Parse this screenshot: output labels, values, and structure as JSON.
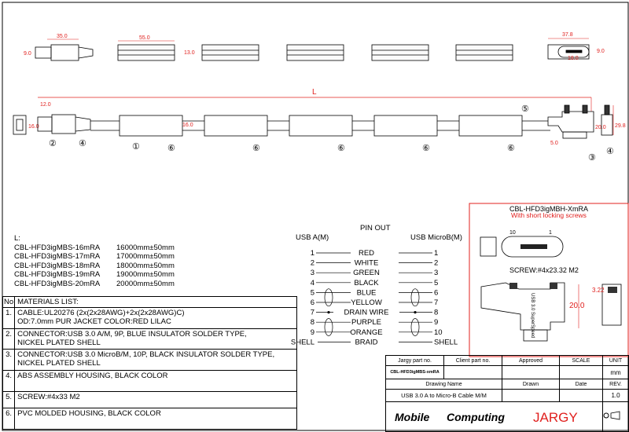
{
  "drawing": {
    "top_dims": {
      "usb_a_len": "35.0",
      "usb_a_h": "9.0",
      "mold_len": "55.0",
      "mold_h": "13.0",
      "micro_len": "37.8",
      "micro_h": "9.0",
      "micro_inner": "18.0"
    },
    "side_dims": {
      "overall": "L",
      "usb_a_plug": "12.0",
      "usb_a_h": "16.0",
      "mold_d": "16.0",
      "micro_h": "20.0",
      "micro_off": "5.0",
      "micro_side_h": "29.8"
    },
    "callouts": [
      "①",
      "②",
      "③",
      "④",
      "⑤",
      "⑥"
    ]
  },
  "lengths": {
    "heading": "L:",
    "items": [
      {
        "part": "CBL-HFD3igMBS-16mRA",
        "length": "16000mm±50mm"
      },
      {
        "part": "CBL-HFD3igMBS-17mRA",
        "length": "17000mm±50mm"
      },
      {
        "part": "CBL-HFD3igMBS-18mRA",
        "length": "18000mm±50mm"
      },
      {
        "part": "CBL-HFD3igMBS-19mRA",
        "length": "19000mm±50mm"
      },
      {
        "part": "CBL-HFD3igMBS-20mRA",
        "length": "20000mm±50mm"
      }
    ]
  },
  "materials": {
    "header_no": "No",
    "header": "MATERIALS LIST:",
    "rows": [
      {
        "no": "1.",
        "l1": "CABLE:UL20276 (2x(2x28AWG)+2x(2x28AWG)C)",
        "l2": "OD:7.0mm  PUR JACKET COLOR:RED LILAC"
      },
      {
        "no": "2.",
        "l1": "CONNECTOR:USB 3.0 A/M, 9P, BLUE INSULATOR SOLDER TYPE,",
        "l2": "NICKEL PLATED SHELL"
      },
      {
        "no": "3.",
        "l1": "CONNECTOR:USB 3.0 MicroB/M, 10P, BLACK INSULATOR SOLDER TYPE,",
        "l2": "NICKEL PLATED SHELL"
      },
      {
        "no": "4.",
        "l1": "ABS ASSEMBLY HOUSING, BLACK COLOR",
        "l2": ""
      },
      {
        "no": "5.",
        "l1": "SCREW:#4x33 M2",
        "l2": ""
      },
      {
        "no": "6.",
        "l1": "PVC MOLDED HOUSING, BLACK COLOR",
        "l2": ""
      }
    ]
  },
  "pinout": {
    "title": "PIN OUT",
    "left_title": "USB A(M)",
    "right_title": "USB MicroB(M)",
    "rows": [
      {
        "a": "1",
        "color": "RED",
        "b": "1"
      },
      {
        "a": "2",
        "color": "WHITE",
        "b": "2"
      },
      {
        "a": "3",
        "color": "GREEN",
        "b": "3"
      },
      {
        "a": "4",
        "color": "BLACK",
        "b": "5"
      },
      {
        "a": "5",
        "color": "BLUE",
        "b": "6"
      },
      {
        "a": "6",
        "color": "YELLOW",
        "b": "7"
      },
      {
        "a": "7",
        "color": "DRAIN WIRE",
        "b": "8"
      },
      {
        "a": "8",
        "color": "PURPLE",
        "b": "9"
      },
      {
        "a": "9",
        "color": "ORANGE",
        "b": "10"
      },
      {
        "a": "SHELL",
        "color": "BRAID",
        "b": "SHELL"
      }
    ]
  },
  "variant": {
    "title": "CBL-HFD3igMBH-XmRA",
    "subtitle": "With short locking screws",
    "pin10": "10",
    "pin1": "1",
    "screw": "SCREW:#4x23.32 M2",
    "height": "20.0",
    "screw_len": "3.22",
    "label": "USB 3.0 SuperSpeed"
  },
  "title_block": {
    "h_part": "Jargy part no.",
    "h_client": "Client part no.",
    "h_approved": "Approved",
    "h_scale": "SCALE",
    "h_unit": "UNIT",
    "part": "CBL-HFD3igMBS-xmRA",
    "unit": "mm",
    "h_name": "Drawing Name",
    "h_drawn": "Drawn",
    "h_date": "Date",
    "h_rev": "REV.",
    "name": "USB 3.0 A to Micro-B Cable M/M",
    "rev": "1.0",
    "logo1": "Mobile",
    "logo2": "Computing",
    "logo3": "JARGY"
  },
  "colors": {
    "dim": "#e0201e",
    "line": "#000000"
  }
}
